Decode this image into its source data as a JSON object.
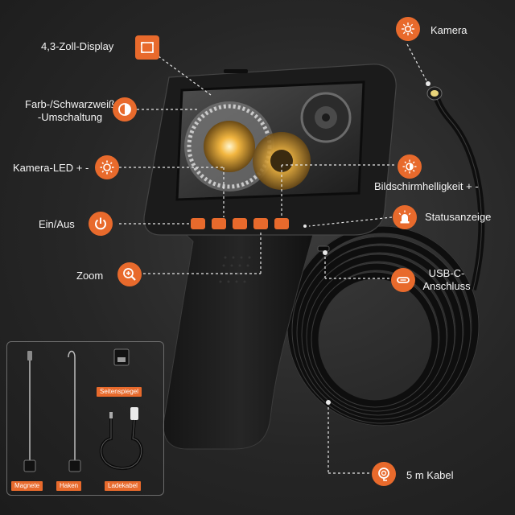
{
  "features": {
    "display": "4,3-Zoll-Display",
    "color_switch_1": "Farb-/Schwarzweiß",
    "color_switch_2": "-Umschaltung",
    "camera_led": "Kamera-LED + -",
    "power": "Ein/Aus",
    "zoom": "Zoom",
    "camera": "Kamera",
    "brightness": "Bildschirmhelligkeit + -",
    "status": "Statusanzeige",
    "usb_1": "USB-C-",
    "usb_2": "Anschluss",
    "cable": "5 m Kabel"
  },
  "accessories": {
    "mirror": "Seitenspiegel",
    "magnet": "Magnete",
    "hook": "Haken",
    "charger": "Ladekabel"
  },
  "icons": {
    "display": "display-frame-icon",
    "color": "contrast-icon",
    "led": "sun-icon",
    "power": "power-icon",
    "zoom": "zoom-in-icon",
    "camera": "camera-sun-icon",
    "brightness": "brightness-icon",
    "status": "status-light-icon",
    "usb": "usb-c-icon",
    "cable": "cable-icon"
  },
  "colors": {
    "accent": "#e86a2c",
    "device": "#1a1a1a"
  }
}
